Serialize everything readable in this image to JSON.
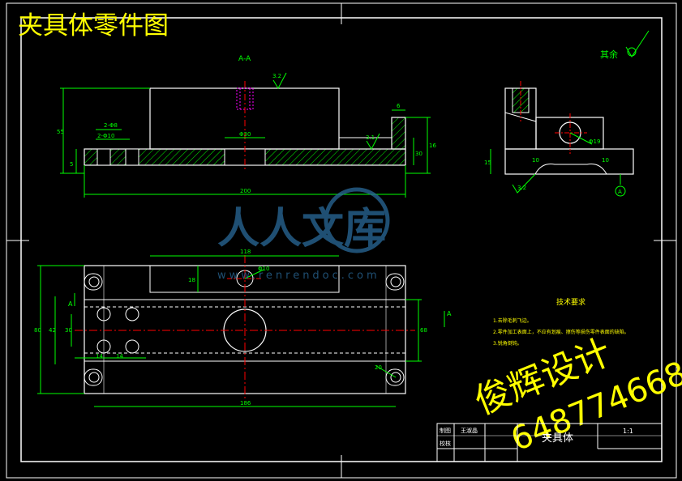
{
  "header": {
    "title": "夹具体零件图"
  },
  "section_view": {
    "section_label": "A-A",
    "roughness_top": "3.2",
    "roughness_step": "3.1",
    "dim_overall_width": "200",
    "dim_left_height": "55",
    "dim_left_small": "5",
    "dim_hole1": "2-Φ8",
    "dim_hole2": "2-Φ10",
    "dim_center_bore": "Φ30",
    "dim_right_small": "6",
    "dim_right_h1": "30",
    "dim_right_h2": "16"
  },
  "side_view": {
    "roughness_note": "其余",
    "dim_height": "15",
    "dim_hole": "Φ19",
    "dim_slot": "10",
    "roughness_bottom": "3.2",
    "datum": "A"
  },
  "plan_view": {
    "dim_top": "118",
    "dim_slot_small": "18",
    "dim_bore": "Φ10",
    "dim_left_outer": "80",
    "dim_left_inner": "42",
    "dim_left_small": "30",
    "dim_hole_spacing": "14",
    "dim_hole_offset": "14",
    "dim_bottom": "186",
    "dim_right": "68",
    "dim_corner": "20",
    "section_mark_left": "A",
    "section_mark_right": "A"
  },
  "tech_requirements": {
    "heading": "技术要求",
    "items": [
      "1.去除毛刺飞边。",
      "2.零件加工表面上，不应有划痕、擦伤等损伤零件表面的缺陷。",
      "3.锐角倒钝。"
    ]
  },
  "watermark": {
    "brand": "人人文库",
    "url": "www.renrendoc.com"
  },
  "overlay": {
    "line1": "俊辉设计",
    "line2": "648774668"
  },
  "title_block": {
    "drawn_label": "制图",
    "drawn_name": "王淑晶",
    "check_label": "校核",
    "part_name": "夹具体",
    "scale": "1:1"
  },
  "colors": {
    "background": "#000000",
    "outline": "#ffffff",
    "dimension": "#00ff00",
    "centerline": "#ff0000",
    "hatch": "#00ff00",
    "thread": "#ff00ff",
    "overlay_text": "#ffff00",
    "watermark": "#2a6a9a"
  }
}
